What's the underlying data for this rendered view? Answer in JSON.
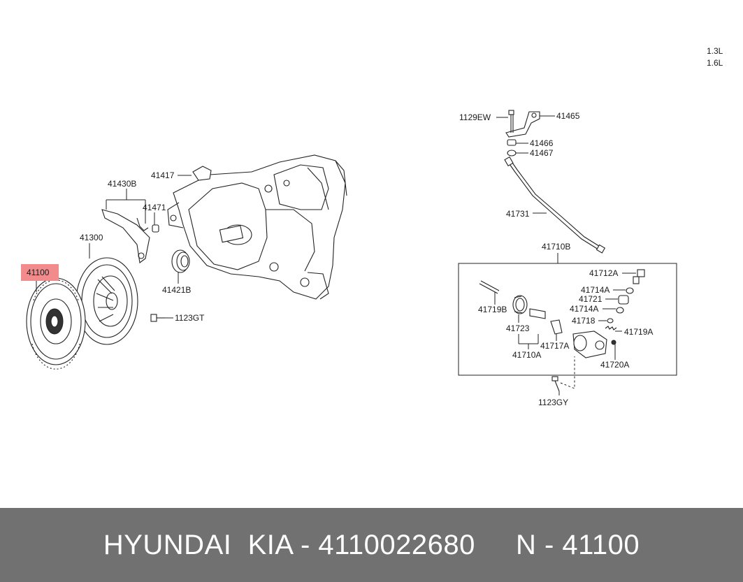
{
  "engine_note": [
    "1.3L",
    "1.6L"
  ],
  "highlight_color": "#f28b8b",
  "footer_color": "#717171",
  "part_labels": {
    "p1129EW": "1129EW",
    "p41465": "41465",
    "p41466": "41466",
    "p41467": "41467",
    "p41731": "41731",
    "p41710B": "41710B",
    "p41712A": "41712A",
    "p41714A_1": "41714A",
    "p41721": "41721",
    "p41714A_2": "41714A",
    "p41718": "41718",
    "p41719A": "41719A",
    "p41719B": "41719B",
    "p41723": "41723",
    "p41717A": "41717A",
    "p41720A": "41720A",
    "p41710A": "41710A",
    "p1123GY": "1123GY",
    "p41417": "41417",
    "p41430B": "41430B",
    "p41471": "41471",
    "p41300": "41300",
    "p41421B": "41421B",
    "p1123GT": "1123GT",
    "p41100": "41100"
  },
  "footer": {
    "text": "HYUNDAI  KIA - 4110022680     N - 41100"
  }
}
